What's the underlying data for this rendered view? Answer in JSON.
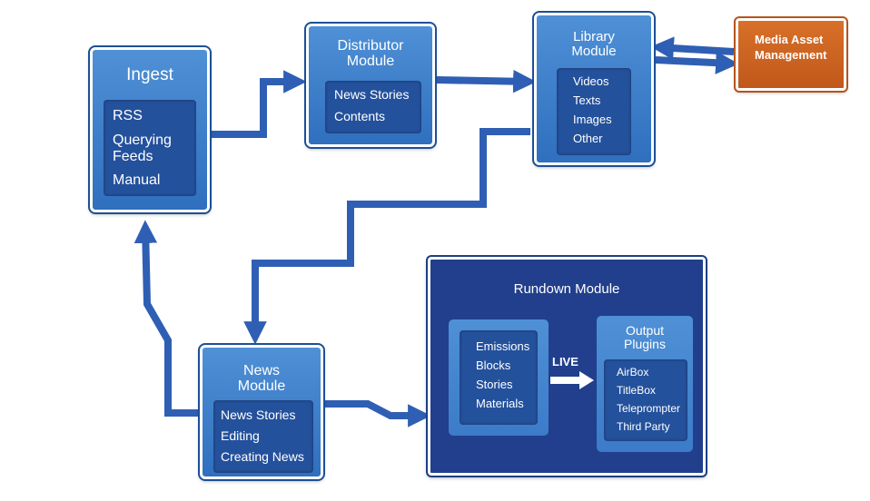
{
  "colors": {
    "module_blue": "#3b7dcb",
    "inner_navy": "#24519c",
    "rundown_navy": "#213f8c",
    "arrow_blue": "#2f5fb4",
    "mam_orange": "#c9601f"
  },
  "ingest": {
    "title": "Ingest",
    "items": [
      "RSS",
      "Querying Feeds",
      "Manual"
    ]
  },
  "distributor": {
    "title": "Distributor Module",
    "items": [
      "News Stories",
      "Contents"
    ]
  },
  "library": {
    "title": "Library Module",
    "items": [
      "Videos",
      "Texts",
      "Images",
      "Other"
    ]
  },
  "mam": {
    "title": "Media Asset Management"
  },
  "news": {
    "title": "News Module",
    "items": [
      "News Stories",
      "Editing",
      "Creating News"
    ]
  },
  "rundown": {
    "title": "Rundown Module",
    "items": [
      "Emissions",
      "Blocks",
      "Stories",
      "Materials"
    ],
    "live_label": "LIVE",
    "output": {
      "title": "Output Plugins",
      "items": [
        "AirBox",
        "TitleBox",
        "Teleprompter",
        "Third Party"
      ]
    }
  }
}
